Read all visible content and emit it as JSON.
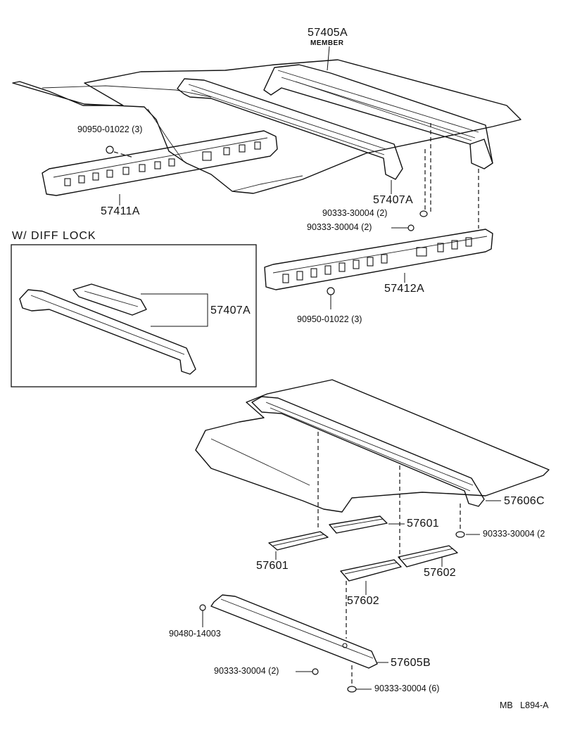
{
  "labels": {
    "member_part": "57405A",
    "member_name": "MEMBER",
    "nut_upper_left": "90950-01022 (3)",
    "crossmember_left": "57411A",
    "inset_title": "W/ DIFF  LOCK",
    "inset_part": "57407A",
    "bracket_upper": "57407A",
    "clip_upper_1": "90333-30004 (2)",
    "clip_upper_2": "90333-30004 (2)",
    "crossmember_right": "57412A",
    "nut_right": "90950-01022 (3)",
    "member_lower": "57606C",
    "clip_lower_right": "90333-30004 (2",
    "reinf_1": "57601",
    "reinf_2": "57601",
    "reinf_3": "57602",
    "reinf_4": "57602",
    "bolt_lower": "90480-14003",
    "member_bottom": "57605B",
    "clip_bottom_1": "90333-30004 (2)",
    "clip_bottom_2": "90333-30004 (6)",
    "diagram_code": "MB   L894-A"
  }
}
